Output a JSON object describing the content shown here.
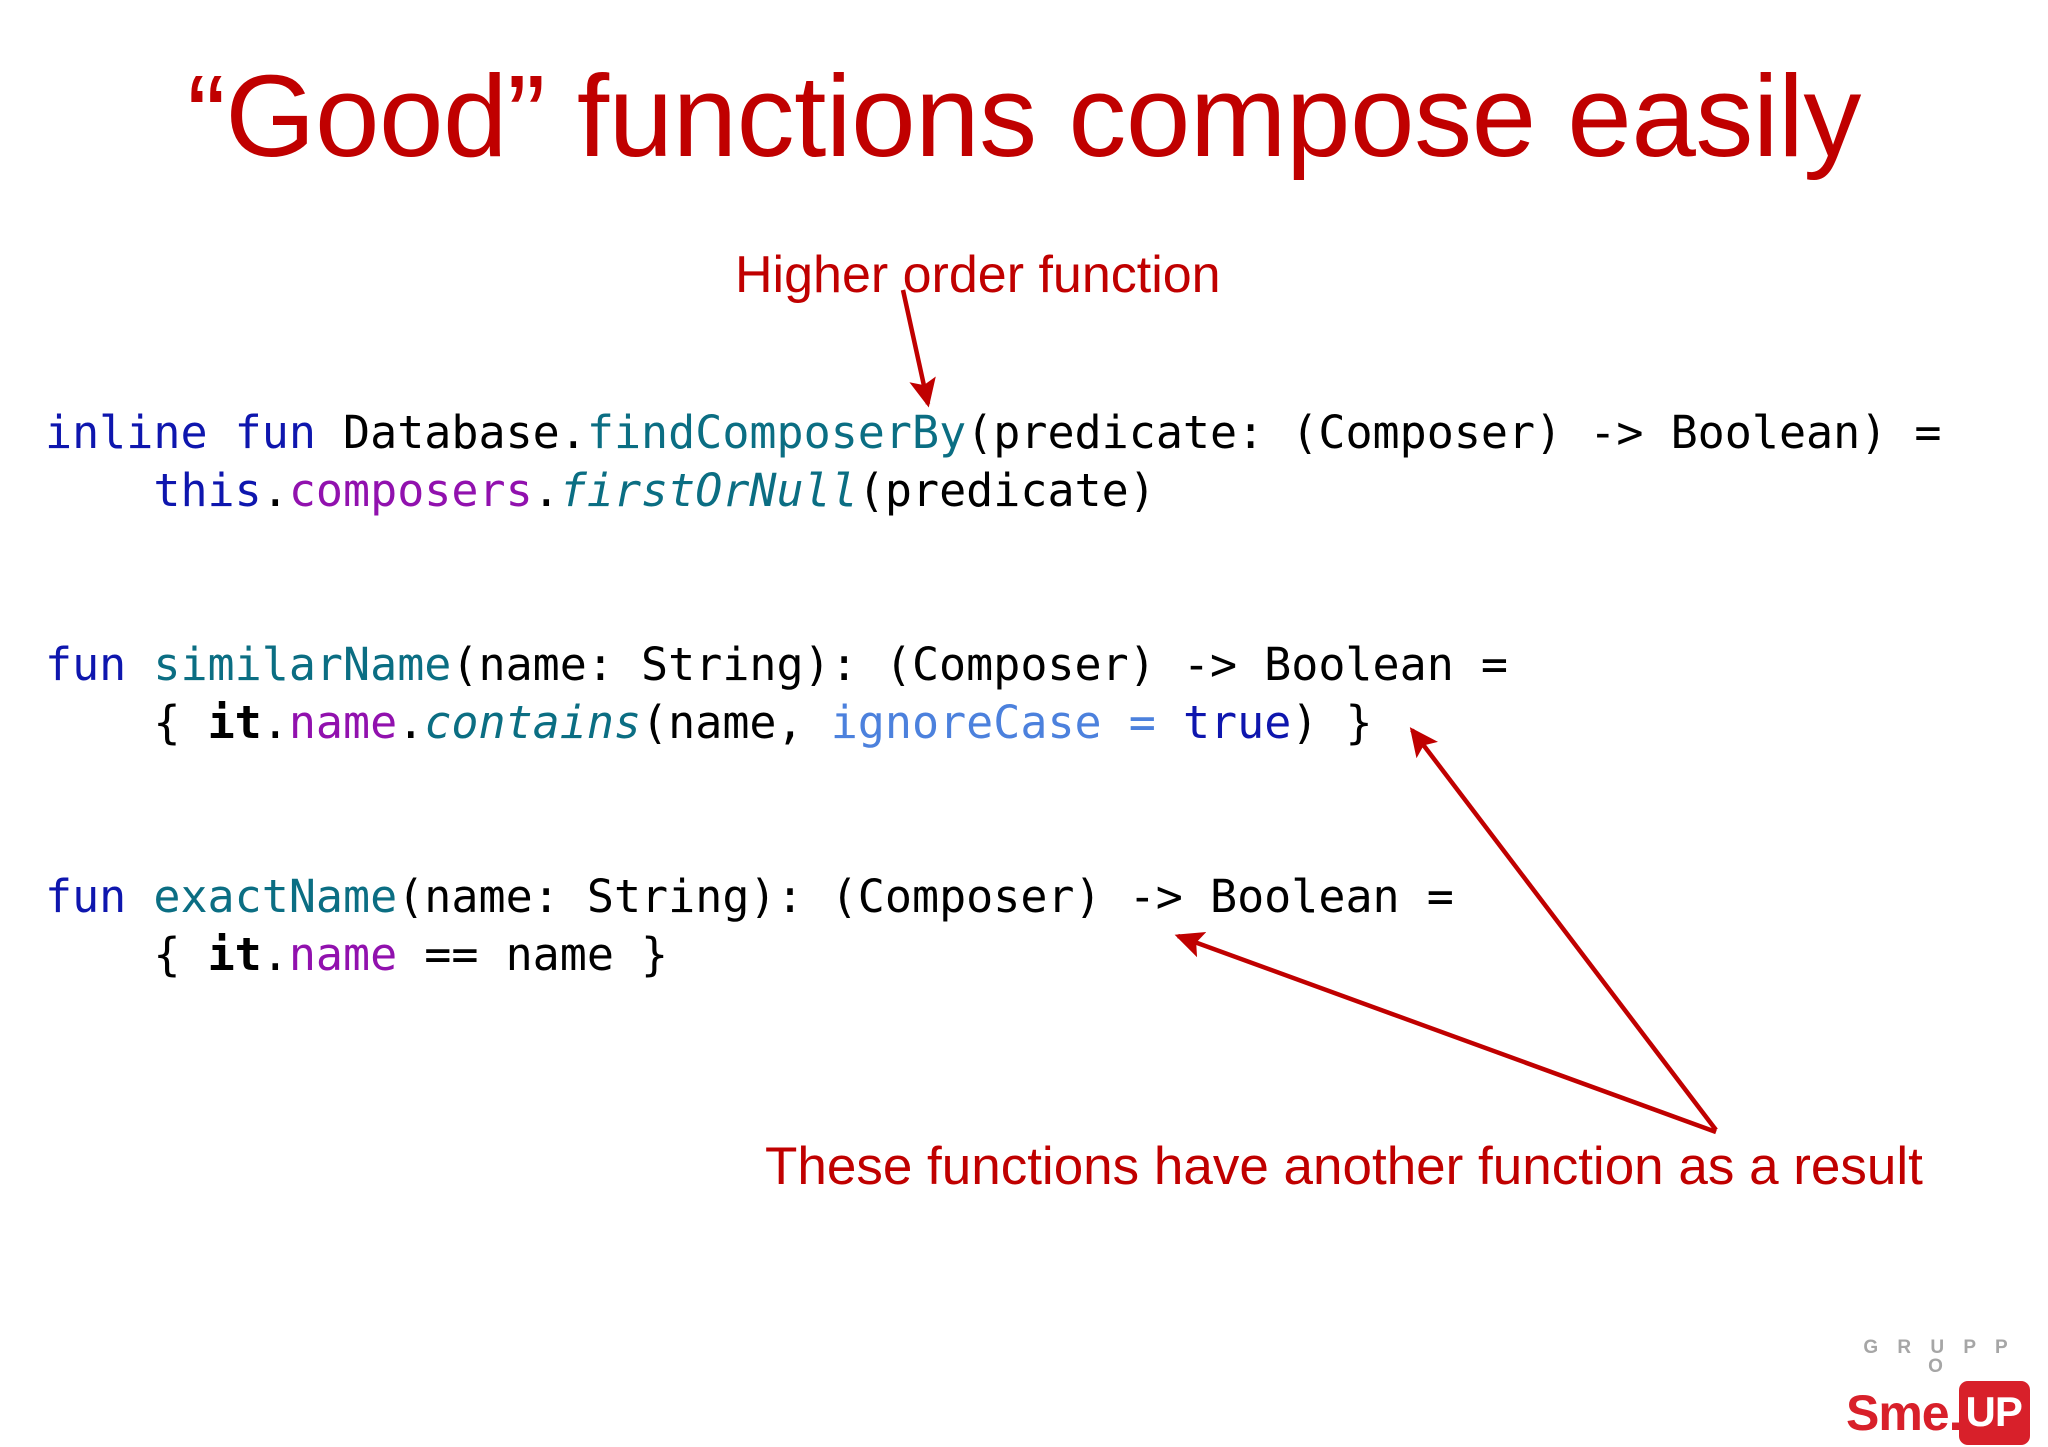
{
  "slide": {
    "background_color": "#FFFFFF",
    "title": "“Good” functions compose easily",
    "title_color": "#C00000"
  },
  "annotations": {
    "top": {
      "text": "Higher order function",
      "color": "#C00000"
    },
    "bottom": {
      "text": "These functions have another function as a result",
      "color": "#C00000"
    }
  },
  "arrows": {
    "color": "#C00000",
    "top_arrow_label": "points-to-findComposerBy",
    "bottom_arrow_1_label": "points-to-similarName-lambda",
    "bottom_arrow_2_label": "points-to-exactName-return-type"
  },
  "code": {
    "language": "Kotlin",
    "colors": {
      "keyword": "#0E16AE",
      "function": "#0B6E83",
      "property": "#9111AE",
      "named_argument": "#4C81DD",
      "plain": "#000000"
    },
    "lines": [
      {
        "id": "line-1",
        "tokens": [
          {
            "t": "inline",
            "c": "kw"
          },
          {
            "t": " ",
            "c": "plain"
          },
          {
            "t": "fun",
            "c": "kw"
          },
          {
            "t": " Database.",
            "c": "plain"
          },
          {
            "t": "findComposerBy",
            "c": "fn"
          },
          {
            "t": "(predicate: (Composer) -> Boolean) =",
            "c": "plain"
          }
        ]
      },
      {
        "id": "line-2",
        "tokens": [
          {
            "t": "    ",
            "c": "plain"
          },
          {
            "t": "this",
            "c": "kw"
          },
          {
            "t": ".",
            "c": "plain"
          },
          {
            "t": "composers",
            "c": "prop"
          },
          {
            "t": ".",
            "c": "plain"
          },
          {
            "t": "firstOrNull",
            "c": "fn-it"
          },
          {
            "t": "(predicate)",
            "c": "plain"
          }
        ]
      },
      {
        "id": "line-3",
        "tokens": []
      },
      {
        "id": "line-4",
        "tokens": []
      },
      {
        "id": "line-5",
        "tokens": [
          {
            "t": "fun",
            "c": "kw"
          },
          {
            "t": " ",
            "c": "plain"
          },
          {
            "t": "similarName",
            "c": "fn"
          },
          {
            "t": "(name: String): (Composer) -> Boolean =",
            "c": "plain"
          }
        ]
      },
      {
        "id": "line-6",
        "tokens": [
          {
            "t": "    { ",
            "c": "plain"
          },
          {
            "t": "it",
            "c": "bold"
          },
          {
            "t": ".",
            "c": "plain"
          },
          {
            "t": "name",
            "c": "prop"
          },
          {
            "t": ".",
            "c": "plain"
          },
          {
            "t": "contains",
            "c": "fn-it"
          },
          {
            "t": "(name, ",
            "c": "plain"
          },
          {
            "t": "ignoreCase",
            "c": "named"
          },
          {
            "t": " ",
            "c": "plain"
          },
          {
            "t": "=",
            "c": "named"
          },
          {
            "t": " ",
            "c": "plain"
          },
          {
            "t": "true",
            "c": "kw"
          },
          {
            "t": ") }",
            "c": "plain"
          }
        ]
      },
      {
        "id": "line-7",
        "tokens": []
      },
      {
        "id": "line-8",
        "tokens": []
      },
      {
        "id": "line-9",
        "tokens": [
          {
            "t": "fun",
            "c": "kw"
          },
          {
            "t": " ",
            "c": "plain"
          },
          {
            "t": "exactName",
            "c": "fn"
          },
          {
            "t": "(name: String): (Composer) -> Boolean =",
            "c": "plain"
          }
        ]
      },
      {
        "id": "line-10",
        "tokens": [
          {
            "t": "    { ",
            "c": "plain"
          },
          {
            "t": "it",
            "c": "bold"
          },
          {
            "t": ".",
            "c": "plain"
          },
          {
            "t": "name",
            "c": "prop"
          },
          {
            "t": " == name }",
            "c": "plain"
          }
        ]
      }
    ]
  },
  "logo": {
    "gruppo": "G R U P P O",
    "brand_left": "Sme.",
    "brand_right": "UP",
    "red": "#D8202A",
    "gray": "#A6A6A6"
  }
}
